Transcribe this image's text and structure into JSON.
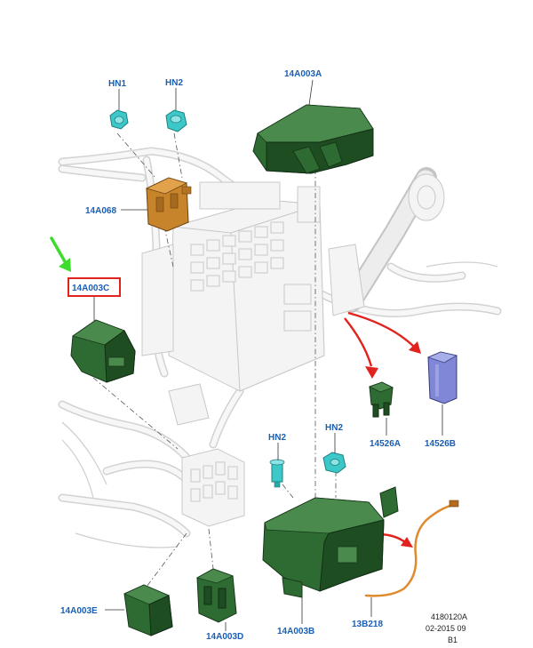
{
  "labels": {
    "hn1_top": "HN1",
    "hn2_top": "HN2",
    "cover_14a003a": "14A003A",
    "relay_14a068": "14A068",
    "cover_14a003c": "14A003C",
    "fuse_14526a": "14526A",
    "fuse_14526b": "14526B",
    "hn2_mid_left": "HN2",
    "hn2_mid_right": "HN2",
    "cover_14a003e": "14A003E",
    "bracket_14a003d": "14A003D",
    "box_14a003b": "14A003B",
    "wire_13b218": "13B218"
  },
  "reference": {
    "line1": "4180120A",
    "line2": "02-2015 09",
    "line3": "B1"
  },
  "colors": {
    "label_blue": "#1a5fb4",
    "part_green": "#2e6b32",
    "highlight_red": "#e0231c",
    "pointer_green": "#3ddc2c",
    "nut_cyan": "#3cc7c9",
    "relay_orange": "#c8842a",
    "fuse_blue": "#7f87d6"
  }
}
